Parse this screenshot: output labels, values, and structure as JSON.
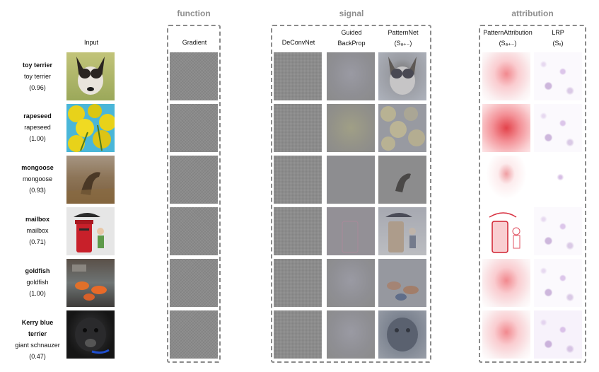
{
  "groups": {
    "function": "function",
    "signal": "signal",
    "attribution": "attribution"
  },
  "columns": {
    "input": "Input",
    "gradient": "Gradient",
    "deconvnet": "DeConvNet",
    "guided_1": "Guided",
    "guided_2": "BackProp",
    "patternnet": "PatternNet",
    "patternnet_sub": "(Sₐ₊₋)",
    "pattr": "PatternAttribution",
    "pattr_sub": "(Sₐ₊₋)",
    "lrp": "LRP",
    "lrp_sub": "(Sₓ)"
  },
  "rows": [
    {
      "true_label": "toy terrier",
      "pred_label": "toy terrier",
      "score": "(0.96)"
    },
    {
      "true_label": "rapeseed",
      "pred_label": "rapeseed",
      "score": "(1.00)"
    },
    {
      "true_label": "mongoose",
      "pred_label": "mongoose",
      "score": "(0.93)"
    },
    {
      "true_label": "mailbox",
      "pred_label": "mailbox",
      "score": "(0.71)"
    },
    {
      "true_label": "goldfish",
      "pred_label": "goldfish",
      "score": "(1.00)"
    },
    {
      "true_label": "Kerry blue terrier",
      "pred_label": "giant schnauzer",
      "score": "(0.47)"
    }
  ]
}
